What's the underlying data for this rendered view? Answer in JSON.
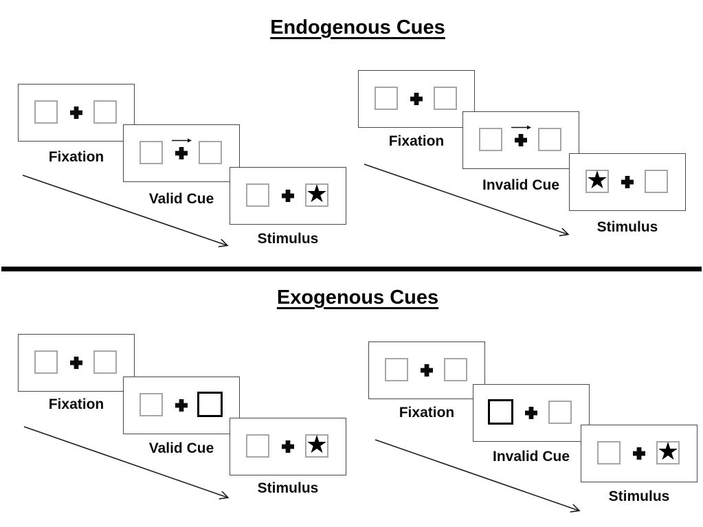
{
  "colors": {
    "background": "#ffffff",
    "ink": "#000000",
    "placeholder_box_outline": "#a6a6a6",
    "card_outline": "#474747"
  },
  "glyphs": {
    "star": "★",
    "fixation_cross": "+",
    "cue_arrow": "→"
  },
  "sections": [
    {
      "title": "Endogenous Cues",
      "trials": [
        {
          "name": "valid",
          "steps": [
            {
              "label": "Fixation",
              "left_box": "empty",
              "right_box": "empty"
            },
            {
              "label": "Valid Cue",
              "left_box": "empty",
              "right_box": "empty",
              "cue": "right-arrow-above-fixation-cross"
            },
            {
              "label": "Stimulus",
              "left_box": "empty",
              "right_box": "star"
            }
          ]
        },
        {
          "name": "invalid",
          "steps": [
            {
              "label": "Fixation",
              "left_box": "empty",
              "right_box": "empty"
            },
            {
              "label": "Invalid Cue",
              "left_box": "empty",
              "right_box": "empty",
              "cue": "right-arrow-above-fixation-cross"
            },
            {
              "label": "Stimulus",
              "left_box": "star",
              "right_box": "empty"
            }
          ]
        }
      ]
    },
    {
      "title": "Exogenous Cues",
      "trials": [
        {
          "name": "valid",
          "steps": [
            {
              "label": "Fixation",
              "left_box": "empty",
              "right_box": "empty"
            },
            {
              "label": "Valid Cue",
              "left_box": "empty",
              "right_box": "bold-outline"
            },
            {
              "label": "Stimulus",
              "left_box": "empty",
              "right_box": "star"
            }
          ]
        },
        {
          "name": "invalid",
          "steps": [
            {
              "label": "Fixation",
              "left_box": "empty",
              "right_box": "empty"
            },
            {
              "label": "Invalid Cue",
              "left_box": "bold-outline",
              "right_box": "empty"
            },
            {
              "label": "Stimulus",
              "left_box": "empty",
              "right_box": "star"
            }
          ]
        }
      ]
    }
  ]
}
